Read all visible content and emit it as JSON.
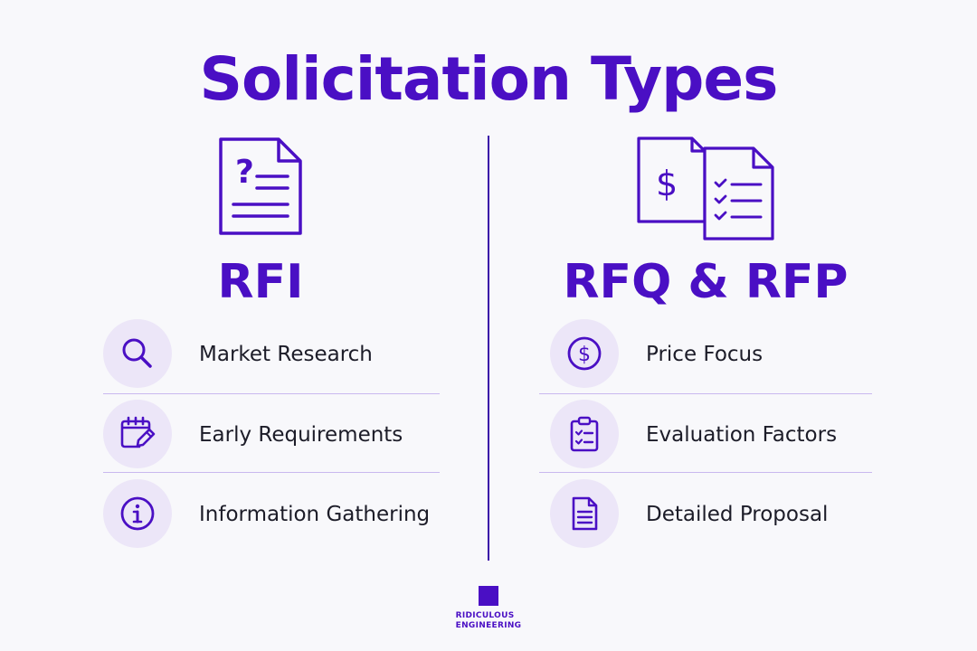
{
  "title": "Solicitation Types",
  "colors": {
    "accent": "#4a0fc4",
    "circle_bg": "#ece6f8",
    "divider": "#3a10a8",
    "rule": "#c9b8ef",
    "background": "#f8f8fb"
  },
  "left": {
    "icon": "question-document-icon",
    "heading": "RFI",
    "items": [
      {
        "icon": "magnifier-icon",
        "label": "Market Research"
      },
      {
        "icon": "calendar-pencil-icon",
        "label": "Early Requirements"
      },
      {
        "icon": "info-icon",
        "label": "Information Gathering"
      }
    ]
  },
  "right": {
    "icon": "price-and-checklist-documents-icon",
    "heading": "RFQ & RFP",
    "items": [
      {
        "icon": "dollar-coin-icon",
        "label": "Price Focus"
      },
      {
        "icon": "clipboard-checklist-icon",
        "label": "Evaluation Factors"
      },
      {
        "icon": "document-lines-icon",
        "label": "Detailed Proposal"
      }
    ]
  },
  "logo": {
    "line1": "RIDICULOUS",
    "line2": "ENGINEERING"
  }
}
